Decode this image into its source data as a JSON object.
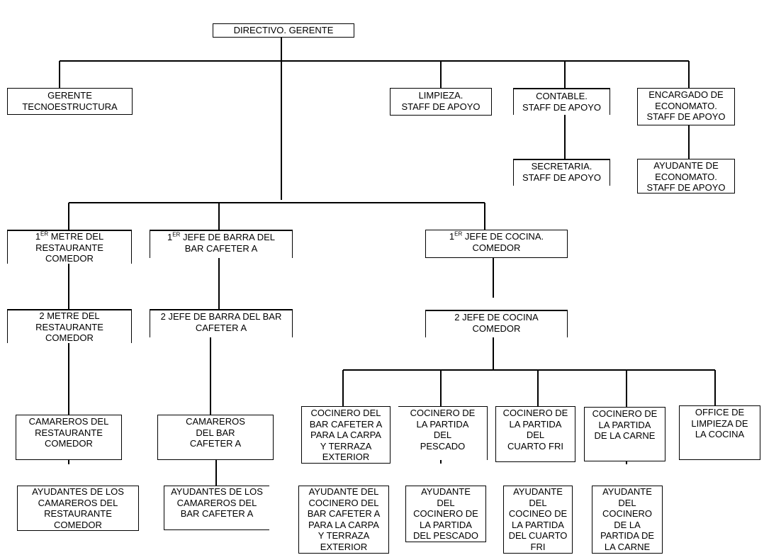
{
  "nodes": {
    "directivo": [
      "DIRECTIVO. GERENTE"
    ],
    "gerente_tecno": [
      "GERENTE",
      "TECNOESTRUCTURA"
    ],
    "limpieza": [
      "LIMPIEZA.",
      "STAFF DE APOYO"
    ],
    "contable": [
      "CONTABLE.",
      "STAFF DE APOYO"
    ],
    "encargado_economato": [
      "ENCARGADO DE",
      "ECONOMATO.",
      "STAFF DE APOYO"
    ],
    "secretaria": [
      "SECRETARIA.",
      "STAFF DE APOYO"
    ],
    "ayudante_economato": [
      "AYUDANTE DE",
      "ECONOMATO.",
      "STAFF DE APOYO"
    ],
    "metre1": {
      "num": "1",
      "sup": "ER",
      "rest": " METRE DEL",
      "lines": [
        "RESTAURANTE",
        "COMEDOR"
      ]
    },
    "jefe_barra1": {
      "num": "1",
      "sup": "ER",
      "rest": "  JEFE DE BARRA DEL",
      "lines": [
        "BAR CAFETER A"
      ]
    },
    "jefe_cocina1": {
      "num": "1",
      "sup": "ER",
      "rest": " JEFE DE COCINA.",
      "lines": [
        "COMEDOR"
      ]
    },
    "metre2": [
      "2  METRE DEL",
      "RESTAURANTE",
      "COMEDOR"
    ],
    "jefe_barra2": [
      "2  JEFE DE BARRA DEL BAR",
      "CAFETER A"
    ],
    "jefe_cocina2": [
      "2 JEFE DE COCINA",
      "COMEDOR"
    ],
    "camareros_rest": [
      "CAMAREROS DEL",
      "RESTAURANTE",
      "COMEDOR"
    ],
    "camareros_bar": [
      "CAMAREROS",
      "DEL BAR",
      "CAFETER A"
    ],
    "cocinero_bar": [
      "COCINERO DEL",
      "BAR CAFETER A",
      "PARA LA CARPA",
      "Y TERRAZA",
      "EXTERIOR"
    ],
    "cocinero_pescado": [
      "COCINERO DE",
      "LA PARTIDA",
      "DEL",
      "PESCADO"
    ],
    "cocinero_frio": [
      "COCINERO DE",
      "LA PARTIDA",
      "DEL",
      "CUARTO FRI"
    ],
    "cocinero_carne": [
      "COCINERO DE",
      "LA PARTIDA",
      "DE LA CARNE"
    ],
    "office_limpieza": [
      "OFFICE DE",
      "LIMPIEZA DE",
      "LA COCINA"
    ],
    "ayud_camareros_rest": [
      "AYUDANTES DE LOS",
      "CAMAREROS DEL",
      "RESTAURANTE",
      "COMEDOR"
    ],
    "ayud_camareros_bar": [
      "AYUDANTES DE LOS",
      "CAMAREROS DEL",
      "BAR CAFETER A"
    ],
    "ayud_cocinero_bar": [
      "AYUDANTE DEL",
      "COCINERO DEL",
      "BAR CAFETER A",
      "PARA LA CARPA",
      "Y TERRAZA",
      "EXTERIOR"
    ],
    "ayud_pescado": [
      "AYUDANTE",
      "DEL",
      "COCINERO DE",
      "LA PARTIDA",
      "DEL PESCADO"
    ],
    "ayud_frio": [
      "AYUDANTE",
      "DEL",
      "COCINEO DE",
      "LA PARTIDA",
      "DEL CUARTO",
      "FRI"
    ],
    "ayud_carne": [
      "AYUDANTE",
      "DEL",
      "COCINERO",
      "DE LA",
      "PARTIDA DE",
      "LA CARNE"
    ]
  }
}
